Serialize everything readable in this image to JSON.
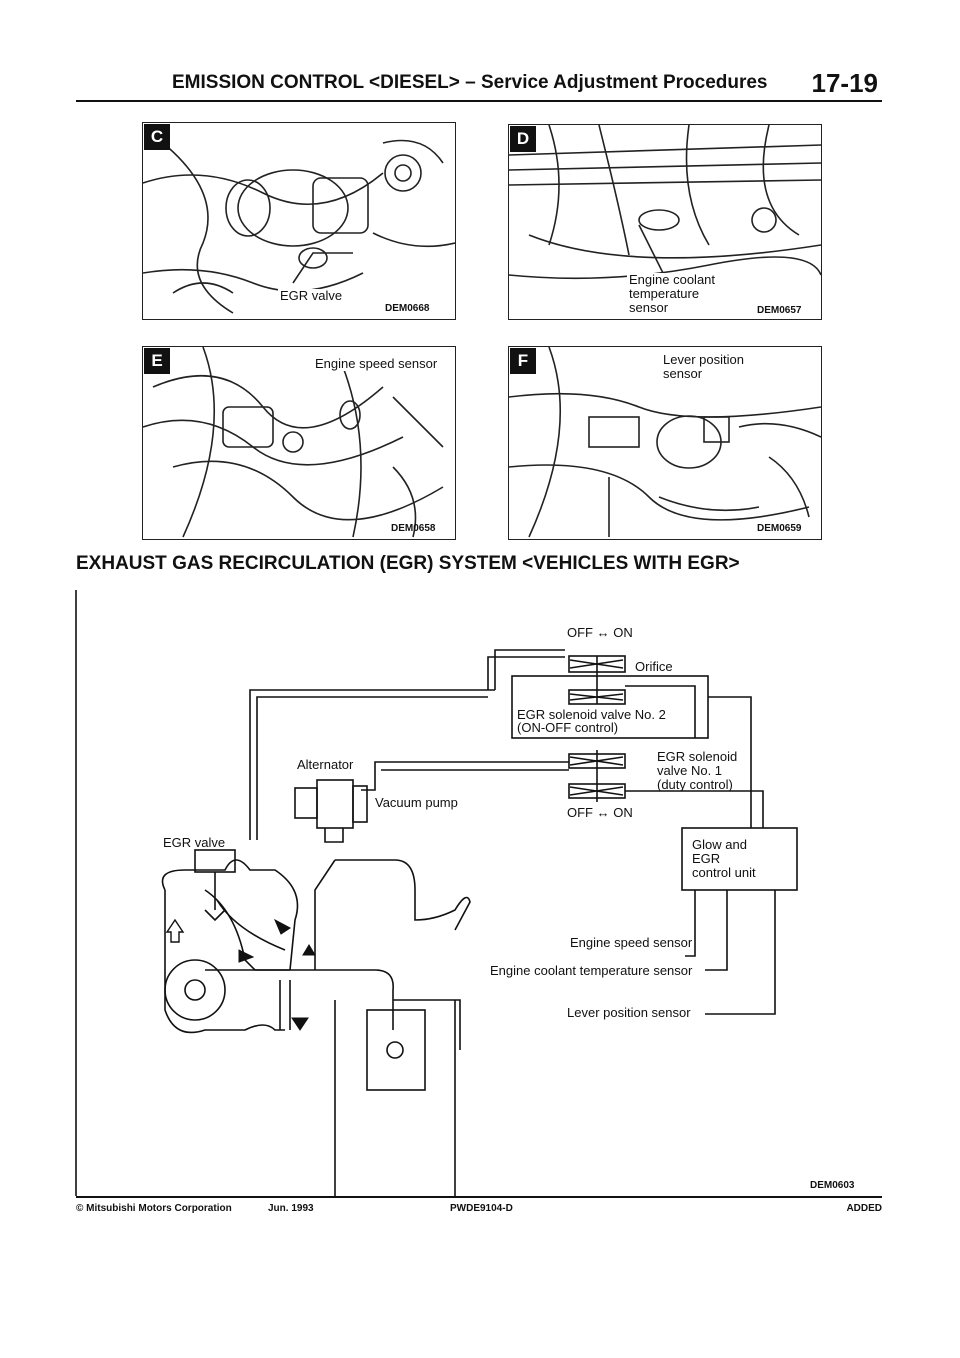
{
  "header": {
    "title": "EMISSION CONTROL <DIESEL> – Service Adjustment Procedures",
    "page_number": "17-19"
  },
  "photos": [
    {
      "letter": "C",
      "labels": [
        "EGR valve"
      ],
      "code": "DEM0668"
    },
    {
      "letter": "D",
      "labels": [
        "Engine coolant",
        "temperature",
        "sensor"
      ],
      "code": "DEM0657"
    },
    {
      "letter": "E",
      "labels": [
        "Engine speed sensor"
      ],
      "code": "DEM0658"
    },
    {
      "letter": "F",
      "labels": [
        "Lever position",
        "sensor"
      ],
      "code": "DEM0659"
    }
  ],
  "section_title": "EXHAUST GAS RECIRCULATION (EGR) SYSTEM <VEHICLES WITH EGR>",
  "diagram": {
    "off_on_top": "OFF ↔ ON",
    "orifice": "Orifice",
    "valve2": [
      "EGR solenoid valve No. 2",
      "(ON-OFF control)"
    ],
    "valve1": [
      "EGR solenoid",
      "valve No. 1",
      "(duty control)"
    ],
    "off_on_bottom": "OFF ↔ ON",
    "alternator": "Alternator",
    "vacuum_pump": "Vacuum pump",
    "egr_valve": "EGR valve",
    "control_unit": [
      "Glow and",
      "EGR",
      "control unit"
    ],
    "engine_speed_sensor": "Engine speed sensor",
    "coolant_sensor": "Engine coolant temperature sensor",
    "lever_sensor": "Lever position sensor",
    "code": "DEM0603"
  },
  "footer": {
    "copyright": "© Mitsubishi Motors Corporation",
    "date": "Jun. 1993",
    "doc": "PWDE9104-D",
    "status": "ADDED"
  }
}
